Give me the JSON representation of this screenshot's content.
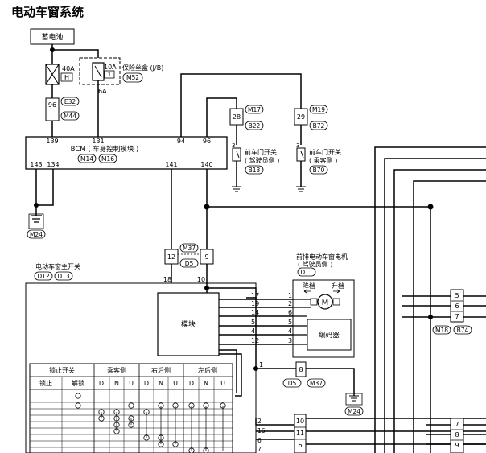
{
  "title": "电动车窗系统",
  "battery": {
    "label": "蓄电池"
  },
  "fuse_40a": {
    "rating": "40A",
    "code": "H"
  },
  "fuse_10a": {
    "rating": "10A",
    "code": "1",
    "note": "保险丝盒 (J/B)",
    "connector": "M52",
    "wire": "6A"
  },
  "conn_96": {
    "pin": "96",
    "c1": "E32",
    "c2": "M44"
  },
  "ground_left": {
    "connector": "M24"
  },
  "bcm": {
    "label": "BCM ( 车身控制模块 )",
    "c1": "M14",
    "c2": "M16",
    "pins": {
      "p139": "139",
      "p131": "131",
      "p94": "94",
      "p96": "96",
      "p143": "143",
      "p134": "134",
      "p141": "141",
      "p140": "140"
    }
  },
  "door_sw_driver": {
    "pin": "28",
    "c1": "M17",
    "c2": "B22",
    "term": "3",
    "label1": "前车门开关",
    "label2": "( 驾驶员侧 )",
    "connector": "B13"
  },
  "door_sw_passenger": {
    "pin": "29",
    "c1": "M19",
    "c2": "B72",
    "term": "3",
    "label1": "前车门开关",
    "label2": "( 乘客侧 )",
    "connector": "B70"
  },
  "joint_12_9": {
    "p12": "12",
    "p9": "9",
    "c1": "M37",
    "c2": "D5"
  },
  "main_switch": {
    "label": "电动车窗主开关",
    "c1": "D12",
    "c2": "D13",
    "pin18": "18",
    "pin10": "10"
  },
  "module": {
    "label": "模块",
    "out_pins": [
      "17",
      "19",
      "14",
      "5",
      "4",
      "12"
    ],
    "in_pins": [
      "1",
      "2",
      "6",
      "5",
      "4",
      "3"
    ]
  },
  "motor": {
    "label1": "前排电动车窗电机",
    "label2": "( 驾驶员侧 )",
    "connector": "D11",
    "down": "降档",
    "up": "升档",
    "m": "M",
    "encoder": "编码器"
  },
  "ground_joint": {
    "pin_in": "1",
    "pin": "8",
    "c1": "D5",
    "c2": "M37",
    "ground": "M24"
  },
  "right_conn_1": {
    "pins": [
      "5",
      "6",
      "7"
    ],
    "c1": "M18",
    "c2": "B74"
  },
  "bottom_conn": {
    "pins": [
      "10",
      "11",
      "6"
    ],
    "wire_pins": [
      "2",
      "16",
      "6",
      "7"
    ]
  },
  "right_conn_2": {
    "pins": [
      "7",
      "8",
      "9"
    ]
  },
  "switch_table": {
    "headers": [
      "锁止开关",
      "乘客侧",
      "右后侧",
      "左后侧"
    ],
    "sub_lock": [
      "锁止",
      "解锁"
    ],
    "sub_dnu": [
      "D",
      "N",
      "U"
    ]
  }
}
